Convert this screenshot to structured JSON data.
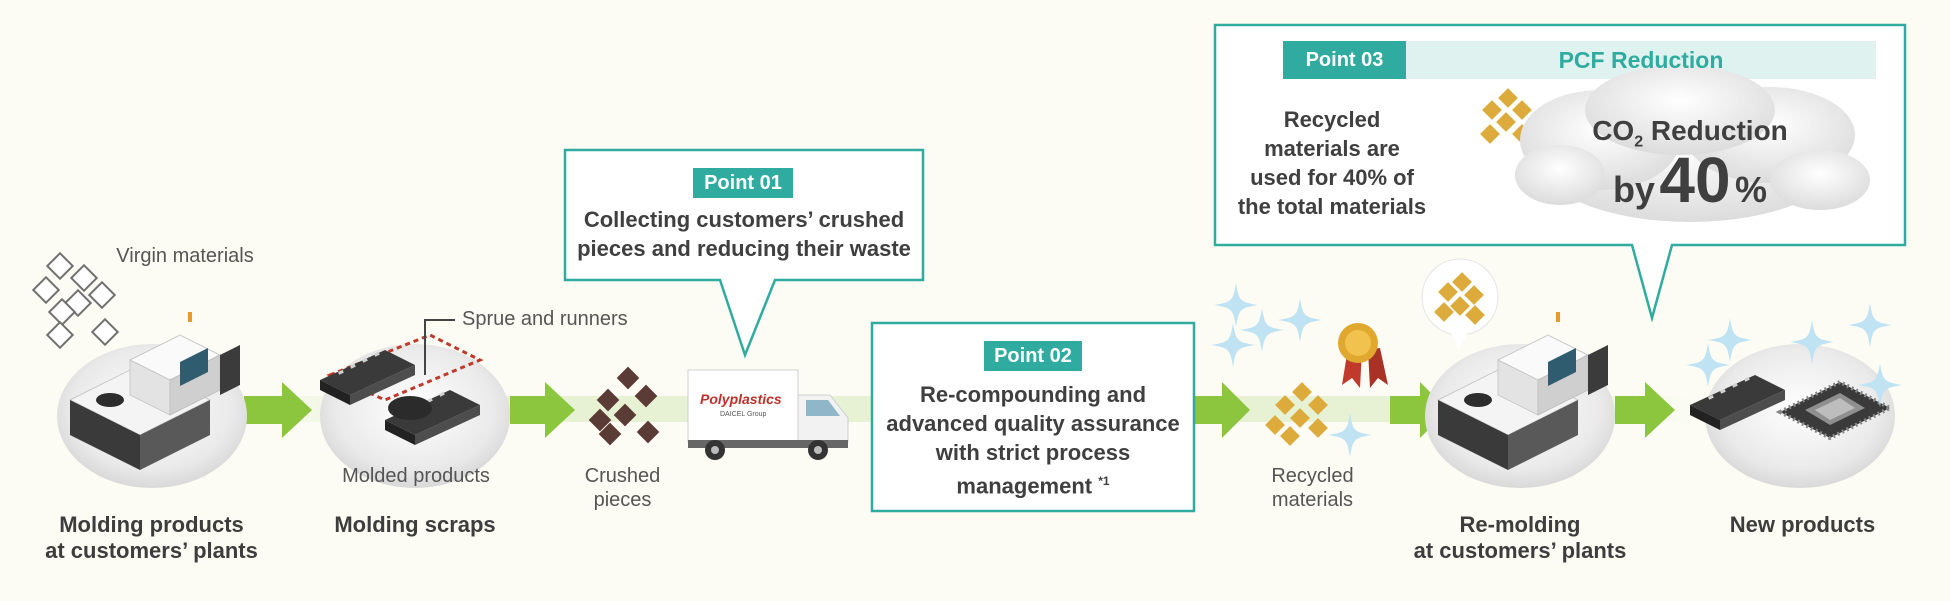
{
  "flow": {
    "virgin_materials": "Virgin materials",
    "sprue_and_runners": "Sprue and runners",
    "molded_products": "Molded products",
    "crushed_pieces_1": "Crushed",
    "crushed_pieces_2": "pieces",
    "recycled_materials_1": "Recycled",
    "recycled_materials_2": "materials",
    "stage1_line1": "Molding products",
    "stage1_line2": "at customers’ plants",
    "stage2": "Molding scraps",
    "stage5_line1": "Re-molding",
    "stage5_line2": "at customers’ plants",
    "stage6": "New products",
    "truck_brand": "Polyplastics",
    "truck_sub": "DAICEL Group"
  },
  "point01": {
    "tag": "Point 01",
    "line1": "Collecting customers’ crushed",
    "line2": "pieces and reducing their waste"
  },
  "point02": {
    "tag": "Point 02",
    "line1": "Re-compounding and",
    "line2": "advanced quality assurance",
    "line3": "with strict process",
    "line4": "management",
    "note": "*1"
  },
  "point03": {
    "tag": "Point 03",
    "title": "PCF Reduction",
    "desc1": "Recycled",
    "desc2": "materials are",
    "desc3": "used for 40% of",
    "desc4": "the total materials",
    "cloud_line1_a": "CO",
    "cloud_line1_sub": "2",
    "cloud_line1_b": " Reduction",
    "cloud_by": "by",
    "cloud_num": "40",
    "cloud_pct": "%"
  },
  "colors": {
    "teal": "#2fab9f",
    "teal_light": "#dff2ef",
    "arrow_green": "#8cc63f",
    "gold": "#d9a93a",
    "brown": "#5a3b36",
    "background": "#fcfcf4"
  }
}
